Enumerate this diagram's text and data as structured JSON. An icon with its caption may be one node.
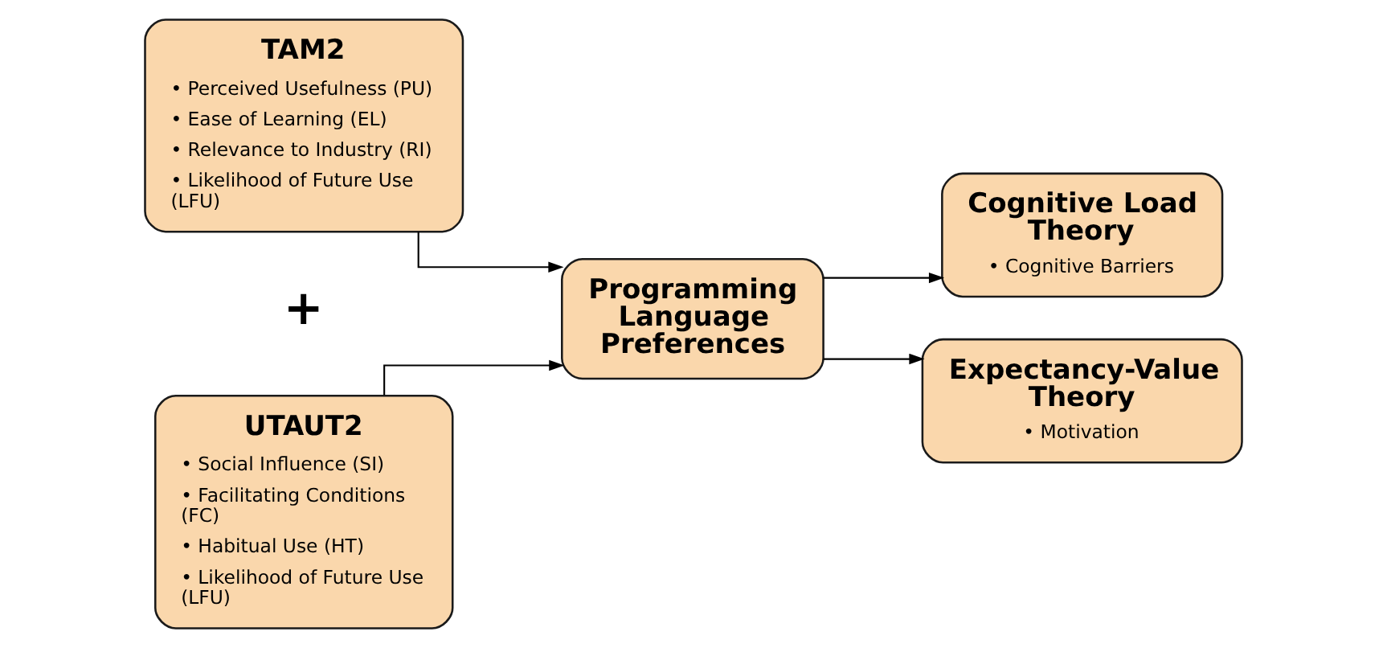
{
  "diagram": {
    "nodes": [
      {
        "text": [
          "TAM2",
          "• Perceived Usefulness (PU)",
          "• Ease of Learning (EL)",
          "• Relevance to Industry (RI)",
          "• Likelihood of Future Use (LFU)"
        ]
      },
      {
        "text": [
          "UTAUT2",
          "• Social Influence (SI)",
          "• Facilitating Conditions (FC)",
          "• Habitual Use (HT)",
          "• Likelihood of Future Use (LFU)"
        ]
      },
      {
        "text": [
          "Programming Language Preferences"
        ]
      },
      {
        "text": [
          "Cognitive Load Theory",
          "• Cognitive Barriers"
        ]
      },
      {
        "text": [
          "Expectancy-Value Theory",
          "• Motivation"
        ]
      }
    ],
    "edges": [
      {
        "from": 0,
        "to": 2,
        "arrow": "to"
      },
      {
        "from": 1,
        "to": 2,
        "arrow": "to"
      },
      {
        "from": 2,
        "to": 3,
        "arrow": "to"
      },
      {
        "from": 2,
        "to": 4,
        "arrow": "to"
      }
    ],
    "labels": [
      "+"
    ]
  }
}
